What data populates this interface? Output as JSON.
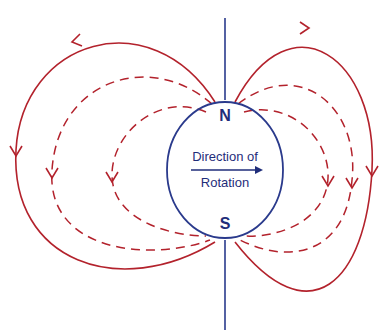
{
  "diagram": {
    "nodes": [
      {
        "text": [
          "N",
          "Direction of Rotation",
          "S"
        ]
      }
    ]
  }
}
